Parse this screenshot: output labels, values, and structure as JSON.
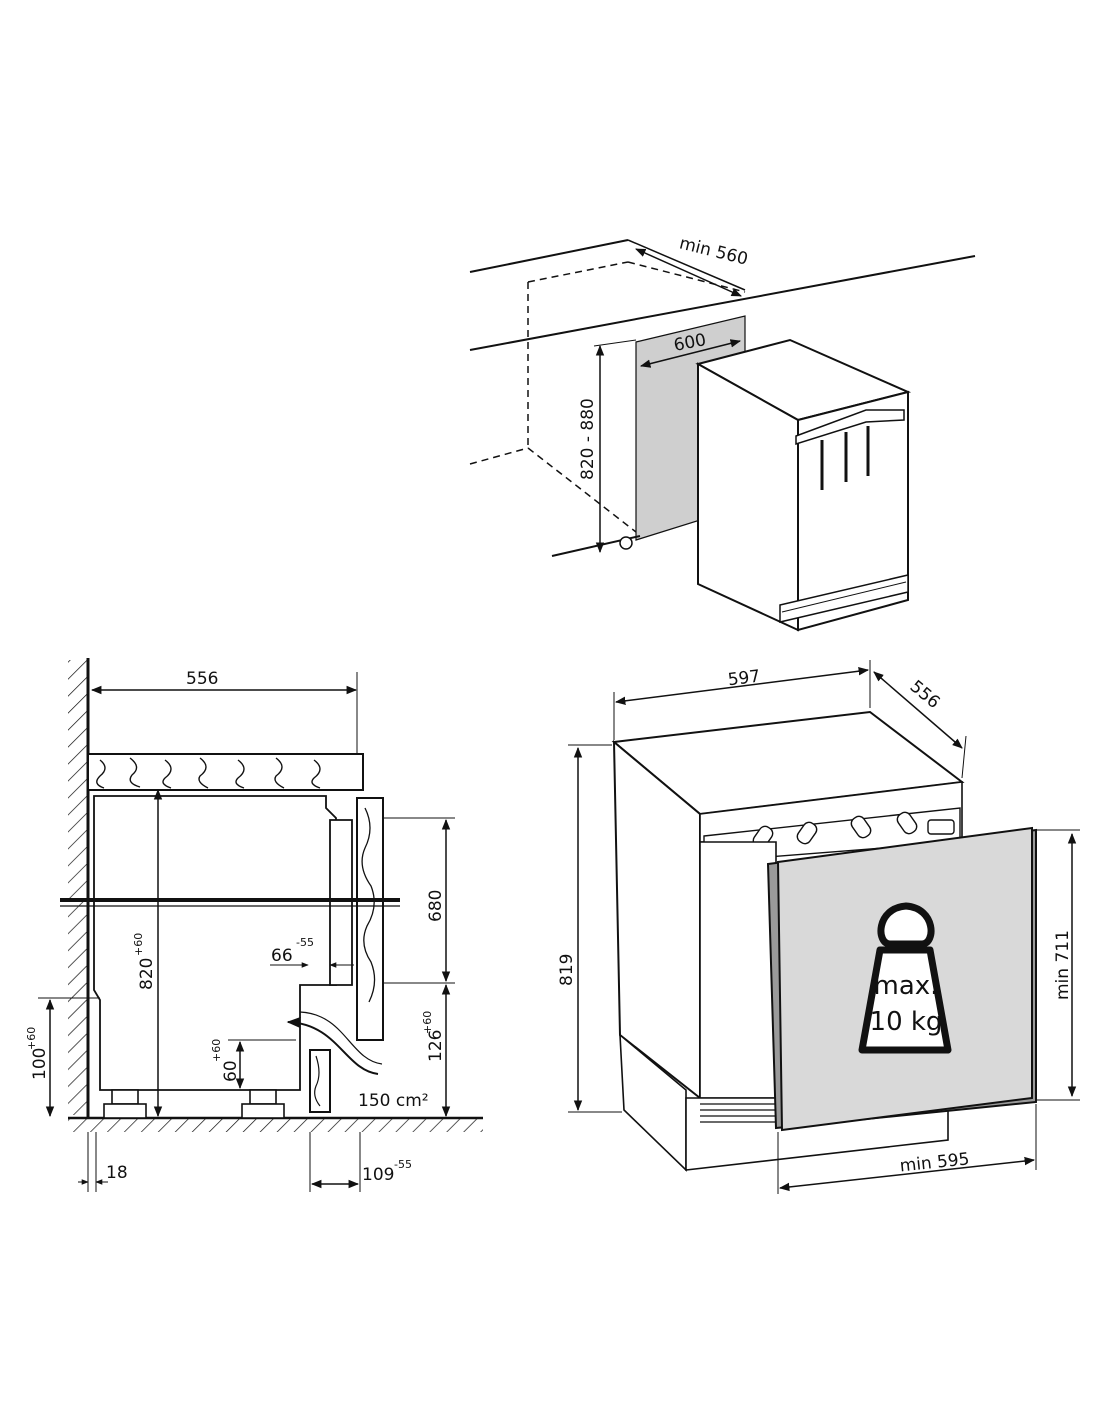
{
  "top_view": {
    "labels": {
      "min_width": "min 560",
      "width": "600",
      "height": "820 - 880"
    }
  },
  "side_view": {
    "labels": {
      "depth": "556",
      "niche_height": "820",
      "niche_height_tol": "+60",
      "door_height": "680",
      "gap": "66",
      "gap_tol": "-55",
      "plinth_vent": "60",
      "plinth_vent_tol": "+60",
      "base": "100",
      "base_tol": "+60",
      "toe": "126",
      "toe_tol": "+60",
      "vent_area": "150 cm²",
      "wall_offset": "18",
      "front_offset": "109",
      "front_offset_tol": "-55"
    }
  },
  "front_view": {
    "labels": {
      "width": "597",
      "depth": "556",
      "height": "819",
      "panel_height": "min 711",
      "panel_width": "min 595",
      "weight_line1": "max.",
      "weight_line2": "10 kg"
    },
    "colors": {
      "door_panel": "#d9d9d9",
      "weight_icon": "#ffffff"
    }
  }
}
